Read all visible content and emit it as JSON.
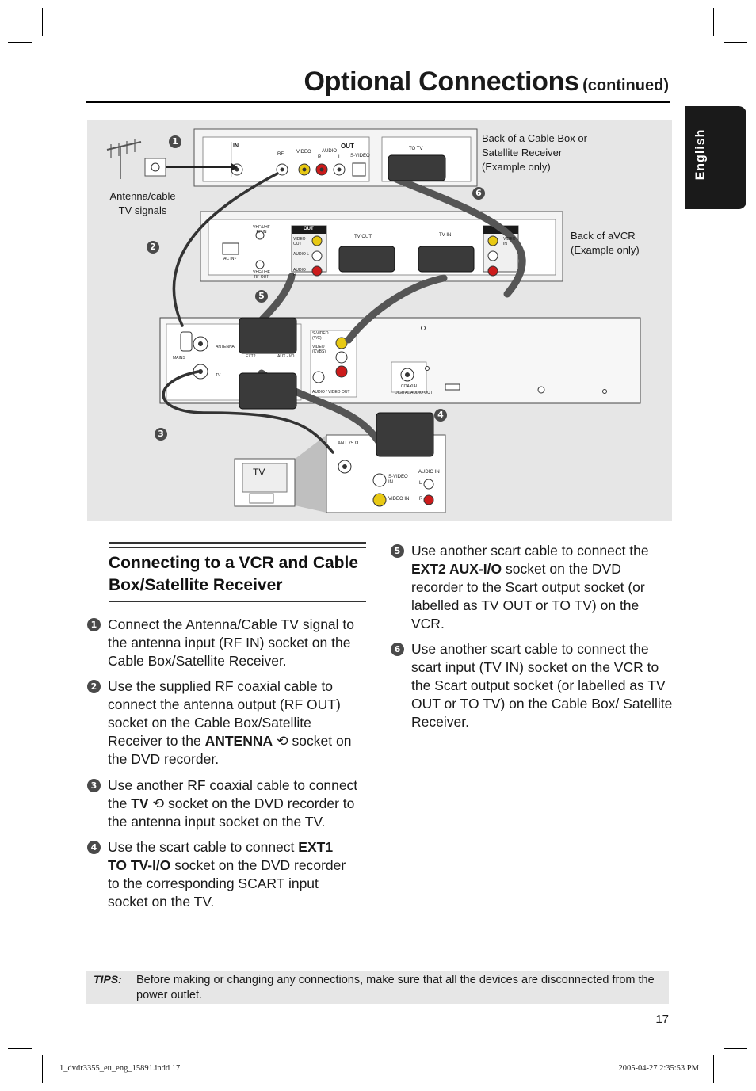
{
  "header": {
    "title": "Optional Connections",
    "title_suffix": "(continued)",
    "language_tab": "English"
  },
  "figure": {
    "antenna_label": "Antenna/cable TV signals",
    "cable_box_label": "Back of a Cable Box or Satellite Receiver (Example only)",
    "vcr_label": "Back of aVCR (Example only)",
    "tv_label": "TV",
    "callouts": [
      "1",
      "2",
      "3",
      "4",
      "5",
      "6"
    ],
    "cable_box_panel": {
      "in": "IN",
      "out": "OUT",
      "rf": "RF",
      "video": "VIDEO",
      "audio": "AUDIO",
      "r": "R",
      "l": "L",
      "svideo": "S-VIDEO",
      "to_tv": "TO TV"
    },
    "vcr_panel": {
      "vhf_in": "VHF/UHF RF IN",
      "vhf_out": "VHF/UHF RF OUT",
      "ac_in": "AC IN~",
      "out": "OUT",
      "video_out": "VIDEO OUT",
      "audio_l": "AUDIO L",
      "audio_r": "AUDIO R",
      "tv_out": "TV OUT",
      "tv_in": "TV IN",
      "video_in": "VIDEO IN"
    },
    "dvd_panel": {
      "mains": "MAINS",
      "antenna": "ANTENNA",
      "tv": "TV",
      "ext2": "EXT2",
      "aux": "AUX - I/O",
      "svideo": "S-VIDEO (Y/C)",
      "video": "VIDEO (CVBS)",
      "audio_video_out": "AUDIO / VIDEO OUT",
      "coaxial": "COAXIAL",
      "digital_audio_out": "DIGITAL AUDIO OUT"
    },
    "tv_panel": {
      "ant": "ANT 75 Ω",
      "svideo_in": "S-VIDEO IN",
      "video_in": "VIDEO IN",
      "audio_in": "AUDIO IN",
      "l": "L",
      "r": "R"
    }
  },
  "section": {
    "title": "Connecting to a VCR and Cable Box/Satellite Receiver"
  },
  "steps": [
    {
      "num": "1",
      "text": "Connect the Antenna/Cable TV signal to the antenna input (RF IN) socket on the Cable Box/Satellite Receiver."
    },
    {
      "num": "2",
      "pre": "Use the supplied RF coaxial cable to connect the antenna output (RF OUT) socket on the Cable Box/Satellite Receiver to the ",
      "bold": "ANTENNA",
      "post": " socket on the DVD recorder."
    },
    {
      "num": "3",
      "pre": "Use another RF coaxial cable to connect the ",
      "bold": "TV",
      "post": " socket on the DVD recorder to the antenna input socket on the TV."
    },
    {
      "num": "4",
      "pre": "Use the scart cable to connect ",
      "bold": "EXT1 TO TV-I/O",
      "post": " socket on the DVD recorder to the corresponding SCART input socket on the TV."
    },
    {
      "num": "5",
      "pre": "Use another scart cable to connect the ",
      "bold": "EXT2 AUX-I/O",
      "post": " socket on the DVD recorder to the Scart output socket (or labelled as TV OUT or TO TV) on the VCR."
    },
    {
      "num": "6",
      "text": "Use another scart cable to connect the scart input (TV IN) socket on the VCR to the Scart output socket (or labelled as TV OUT or TO TV) on the Cable Box/ Satellite Receiver."
    }
  ],
  "tips": {
    "label": "TIPS:",
    "text": "Before making or changing any connections, make sure that all the devices are disconnected from the power outlet."
  },
  "page_number": "17",
  "footer": {
    "file": "1_dvdr3355_eu_eng_15891.indd   17",
    "timestamp": "2005-04-27   2:35:53 PM"
  }
}
